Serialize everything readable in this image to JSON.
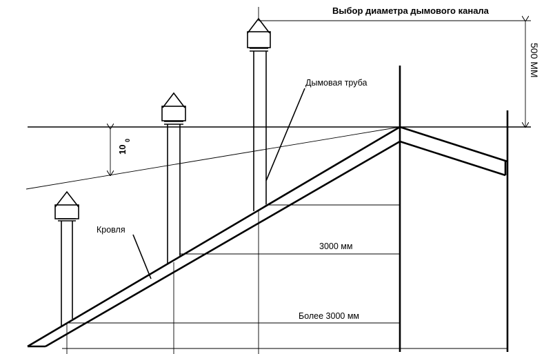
{
  "diagram": {
    "title": "Выбор диаметра дымового канала",
    "height_label": "500 ММ",
    "angle_label": "10",
    "angle_unit": "0",
    "chimney_label": "Дымовая труба",
    "roof_label": "Кровля",
    "dist1_label": "3000 мм",
    "dist2_label": "Более 3000 мм"
  }
}
